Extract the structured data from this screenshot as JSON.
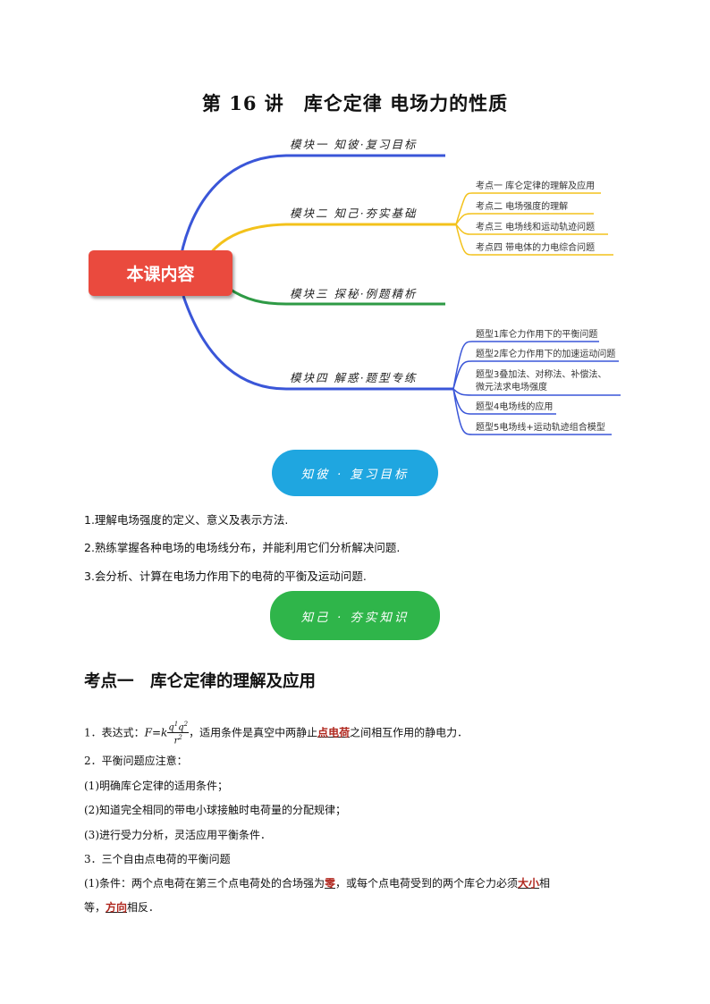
{
  "title": "第 16 讲　库仑定律 电场力的性质",
  "mindmap": {
    "center": "本课内容",
    "branches": [
      {
        "label": "模块一  知彼·复习目标"
      },
      {
        "label": "模块二  知己·夯实基础",
        "items": [
          "考点一   库仑定律的理解及应用",
          "考点二   电场强度的理解",
          "考点三   电场线和运动轨迹问题",
          "考点四   带电体的力电综合问题"
        ]
      },
      {
        "label": "模块三  探秘·例题精析"
      },
      {
        "label": "模块四  解惑·题型专练",
        "items": [
          "题型1库仑力作用下的平衡问题",
          "题型2库仑力作用下的加速运动问题",
          "题型3叠加法、对称法、补偿法、",
          "微元法求电场强度",
          "题型4电场线的应用",
          "题型5电场线+运动轨迹组合模型"
        ]
      }
    ],
    "colors": {
      "blue": "#3a56d8",
      "yellow": "#f3c21b",
      "green": "#2e9a45",
      "red": "#ea4a3e"
    }
  },
  "pills": {
    "goals": {
      "label": "知彼 · 复习目标",
      "color": "#1fa6e0"
    },
    "basics": {
      "label": "知己 · 夯实知识",
      "color": "#2fb54a"
    }
  },
  "goals": [
    "1.理解电场强度的定义、意义及表示方法.",
    "2.熟练掌握各种电场的电场线分布，并能利用它们分析解决问题.",
    "3.会分析、计算在电场力作用下的电荷的平衡及运动问题."
  ],
  "section": {
    "heading": "考点一　库仑定律的理解及应用",
    "p1_a": "1．表达式：",
    "p1_f": "F",
    "p1_eq": "=",
    "p1_k": "k",
    "p1_num": "q1q2",
    "p1_den": "r2",
    "p1_b": "，适用条件是真空中两静止",
    "p1_kw": "点电荷",
    "p1_c": "之间相互作用的静电力．",
    "p2": "2．平衡问题应注意：",
    "p3": "(1)明确库仑定律的适用条件；",
    "p4": "(2)知道完全相同的带电小球接触时电荷量的分配规律；",
    "p5": "(3)进行受力分析，灵活应用平衡条件．",
    "p6": "3．三个自由点电荷的平衡问题",
    "p7_a": "(1)条件：两个点电荷在第三个点电荷处的合场强为",
    "p7_kw1": "零",
    "p7_b": "，或每个点电荷受到的两个库仑力必须",
    "p7_kw2": "大小",
    "p7_c": "相",
    "p8_a": "等，",
    "p8_kw": "方向",
    "p8_b": "相反．"
  }
}
